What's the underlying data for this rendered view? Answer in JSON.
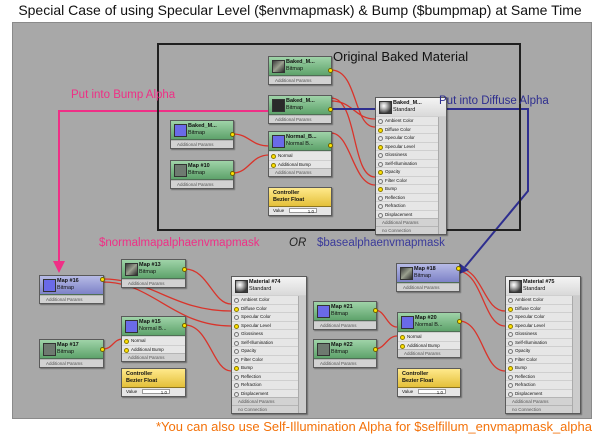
{
  "title": "Special Case of using Specular Level ($envmapmask) & Bump ($bumpmap) at Same Time",
  "frame_label": "Original Baked Material",
  "annotations": {
    "bump_alpha": "Put into Bump Alpha",
    "diffuse_alpha": "Put into Diffuse Alpha",
    "left_var": "$normalmapalphaenvmapmask",
    "or": "OR",
    "right_var": "$basealphaenvmapmask"
  },
  "footer": "*You can also use Self-Illumination Alpha for $selfillum_envmapmask_alpha",
  "common": {
    "additional_params": "Additional Params",
    "standard": "Standard",
    "bitmap": "Bitmap",
    "normal_bump": "Normal B...",
    "controller": "Controller",
    "bezier_float": "Bezier Float",
    "value_label": "Value",
    "value": "1.0",
    "no_connection": "no Connection"
  },
  "nodes": {
    "top_baked_1": "Baked_M...",
    "top_baked_2": "Baked_M...",
    "top_baked_3": "Baked_M...",
    "top_baked_mat": "Baked_M...",
    "top_normal": "Normal_B...",
    "top_map10": "Map #10",
    "left_map16": "Map #16",
    "left_map13": "Map #13",
    "left_map15": "Map #15",
    "left_map17": "Map #17",
    "left_mat74": "Material #74",
    "right_map18": "Map #18",
    "right_map21": "Map #21",
    "right_map20": "Map #20",
    "right_map22": "Map #22",
    "right_mat75": "Material #75"
  },
  "normal_slots": [
    "Normal",
    "Additional Bump"
  ],
  "material_slots": [
    "Ambient Color",
    "Diffuse Color",
    "Specular Color",
    "Specular Level",
    "Glossiness",
    "Self-Illumination",
    "Opacity",
    "Filter Color",
    "Bump",
    "Reflection",
    "Refraction",
    "Displacement"
  ],
  "colors": {
    "canvas": "#a8a8a8",
    "wire": "#d9342b",
    "bump_arrow": "#ef2f86",
    "diffuse_arrow": "#2e2e8f",
    "left_var": "#ef2f86",
    "right_var": "#3a3a9a",
    "footer": "#f3720a"
  }
}
